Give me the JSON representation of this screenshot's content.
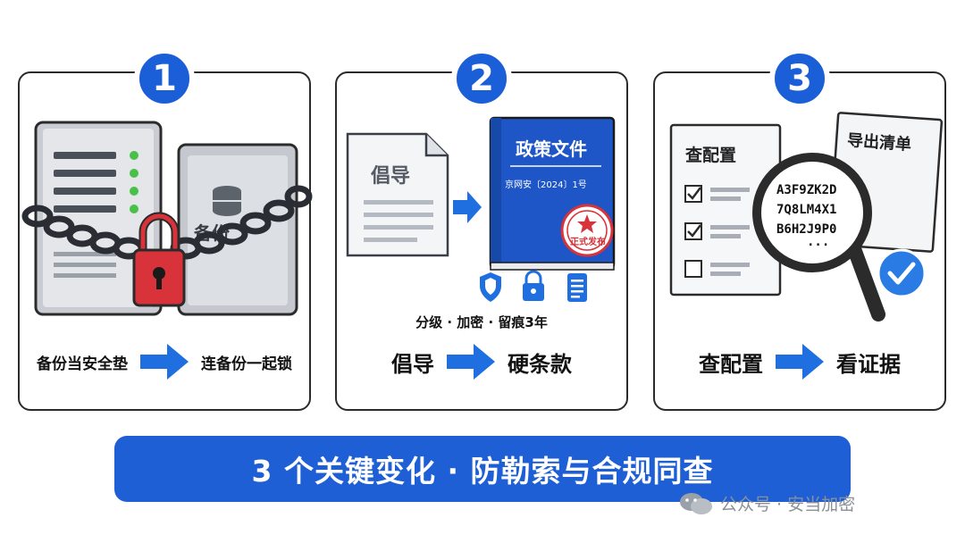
{
  "steps": [
    {
      "number": "1",
      "illustration": {
        "backup_label": "备份"
      },
      "caption": {
        "from": "备份当安全垫",
        "to": "连备份一起锁"
      }
    },
    {
      "number": "2",
      "illustration": {
        "doc_label": "倡导",
        "book_title": "政策文件",
        "book_subtitle": "京网安〔2024〕1号",
        "stamp_text": "正式发布",
        "features": "分级 · 加密 · 留痕3年"
      },
      "caption": {
        "from": "倡导",
        "to": "硬条款"
      }
    },
    {
      "number": "3",
      "illustration": {
        "checklist_title": "查配置",
        "export_title": "导出清单",
        "codes": [
          "A3F9ZK2D",
          "7Q8LM4X1",
          "B6H2J9P0",
          "..."
        ]
      },
      "caption": {
        "from": "查配置",
        "to": "看证据"
      }
    }
  ],
  "banner": "3 个关键变化 · 防勒索与合规同查",
  "watermark": "公众号 · 安当加密",
  "colors": {
    "brand_blue": "#1a5fd8",
    "lock_red": "#d8323a",
    "check_blue": "#2a7be4"
  }
}
